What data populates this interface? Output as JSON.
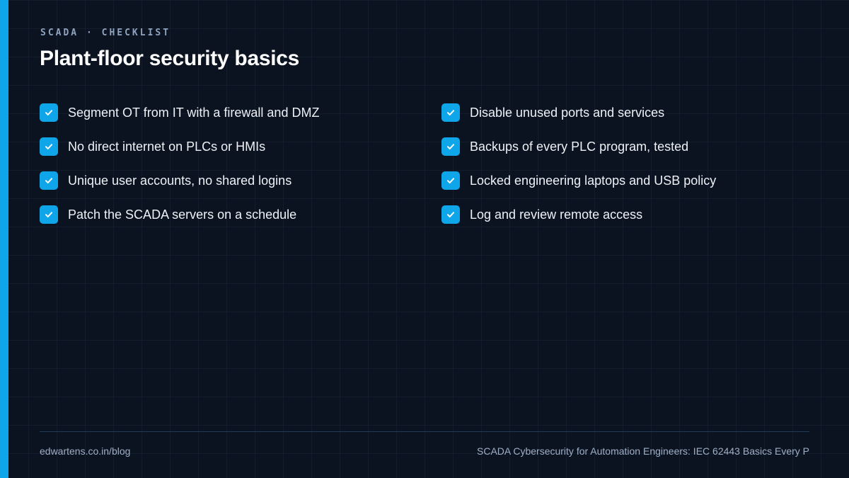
{
  "header": {
    "eyebrow": "SCADA · CHECKLIST",
    "title": "Plant-floor security basics"
  },
  "checklist": {
    "left": [
      {
        "label": "Segment OT from IT with a firewall and DMZ",
        "checked": true
      },
      {
        "label": "No direct internet on PLCs or HMIs",
        "checked": true
      },
      {
        "label": "Unique user accounts, no shared logins",
        "checked": true
      },
      {
        "label": "Patch the SCADA servers on a schedule",
        "checked": true
      }
    ],
    "right": [
      {
        "label": "Disable unused ports and services",
        "checked": true
      },
      {
        "label": "Backups of every PLC program, tested",
        "checked": true
      },
      {
        "label": "Locked engineering laptops and USB policy",
        "checked": true
      },
      {
        "label": "Log and review remote access",
        "checked": true
      }
    ],
    "check_icon": "check-icon"
  },
  "footer": {
    "site": "edwartens.co.in/blog",
    "article": "SCADA Cybersecurity for Automation Engineers: IEC 62443 Basics Every P"
  },
  "colors": {
    "background": "#0b1220",
    "accent": "#0ea5e9",
    "muted_text": "#9fb0c6"
  }
}
